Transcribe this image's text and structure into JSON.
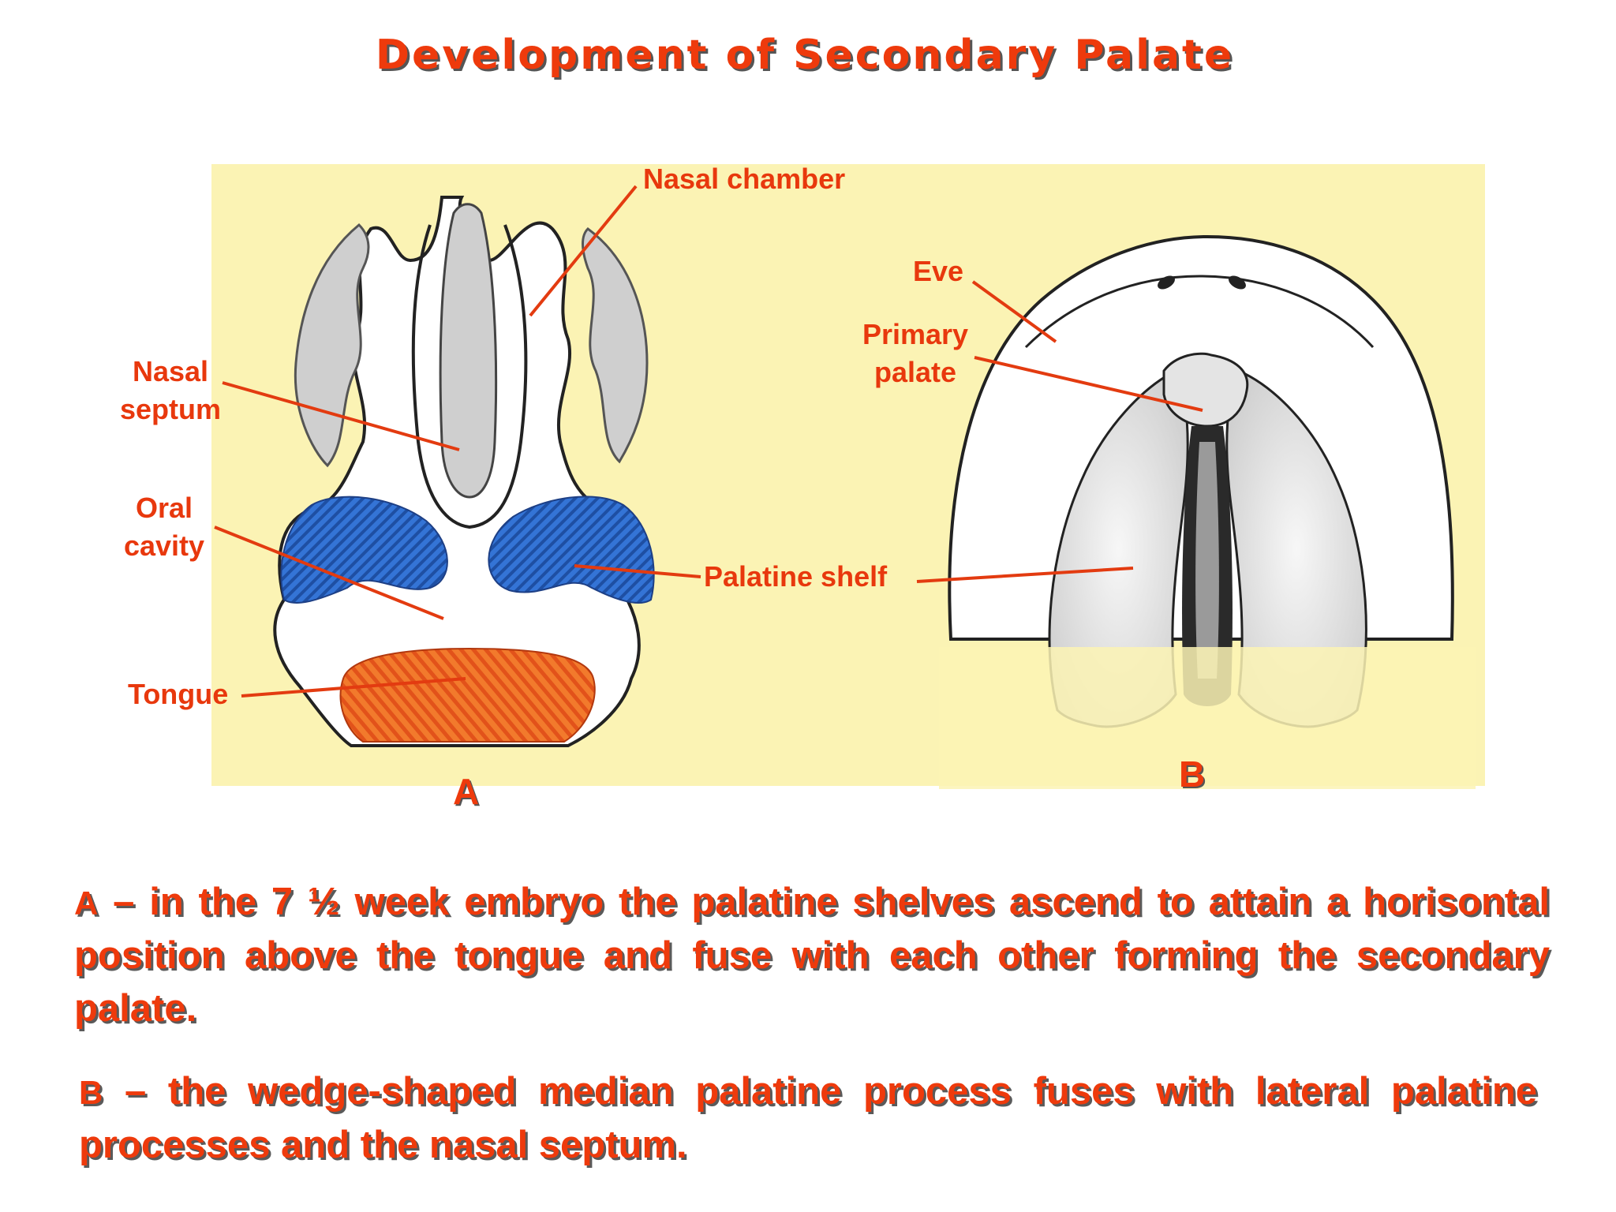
{
  "title": "Development of Secondary Palate",
  "figure": {
    "labels": {
      "nasal_chamber": "Nasal chamber",
      "nasal_septum": [
        "Nasal",
        "septum"
      ],
      "oral_cavity": [
        "Oral",
        "cavity"
      ],
      "tongue": "Tongue",
      "palatine_shelf": "Palatine shelf",
      "eye": "Eve",
      "primary_palate": [
        "Primary",
        "palate"
      ]
    },
    "panel_a": "A",
    "panel_b": "B"
  },
  "captions": {
    "a": {
      "lead": "A",
      "text": " – in the 7 ½  week embryo the palatine shelves ascend to attain a horisontal position above the tongue and fuse with each other forming the secondary palate."
    },
    "b": {
      "lead": "B",
      "text": " – the wedge-shaped median palatine process fuses with lateral palatine processes and the nasal septum."
    }
  },
  "colors": {
    "accent": "#ee3a0c",
    "panel_background": "#fbf3b4",
    "bone": "#cfcfcf",
    "palatine_shelf": "#2e6fcf",
    "tongue": "#f06a24"
  }
}
